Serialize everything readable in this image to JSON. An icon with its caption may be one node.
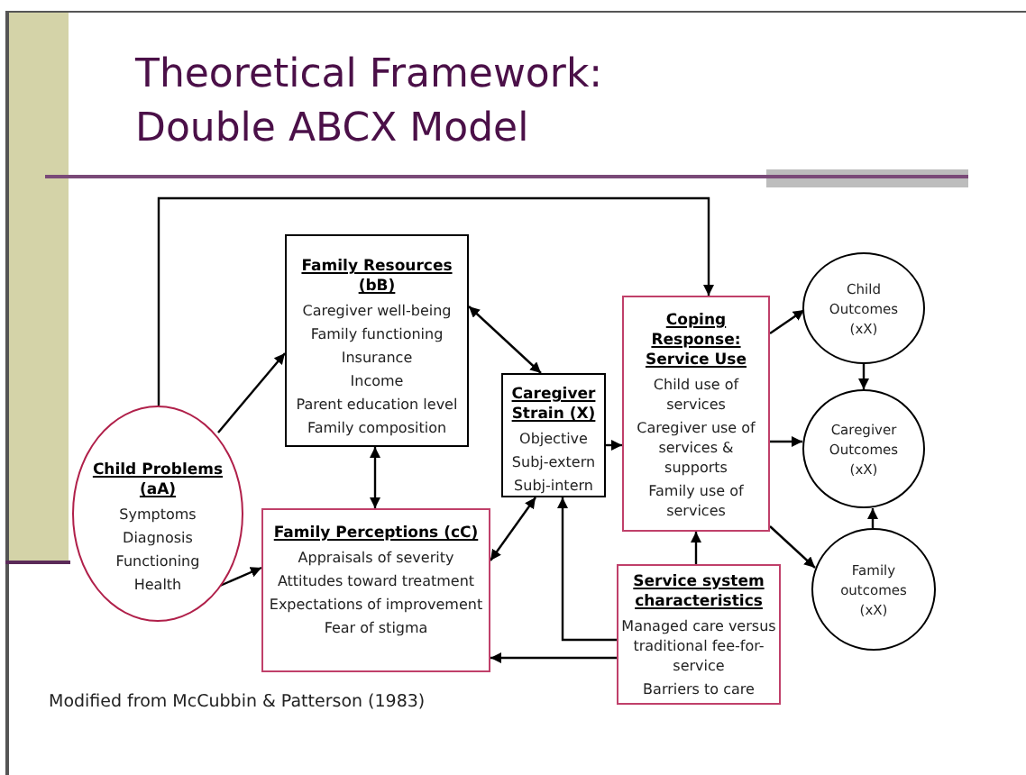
{
  "diagram": {
    "title": "Theoretical Framework: Double ABCX Model",
    "nodes": [
      {
        "text": [
          "Family Resources (bB)",
          "Caregiver well-being",
          "Family functioning",
          "Insurance",
          "Income",
          "Parent education level",
          "Family composition"
        ]
      },
      {
        "text": [
          "Child Problems (aA)",
          "Symptoms",
          "Diagnosis",
          "Functioning",
          "Health"
        ]
      },
      {
        "text": [
          "Caregiver Strain (X)",
          "Objective",
          "Subj-extern",
          "Subj-intern"
        ]
      },
      {
        "text": [
          "Family Perceptions (cC)",
          "Appraisals of severity",
          "Attitudes toward treatment",
          "Expectations of improvement",
          "Fear of stigma"
        ]
      },
      {
        "text": [
          "Coping Response: Service Use",
          "Child use of services",
          "Caregiver use of services & supports",
          "Family use of services"
        ]
      },
      {
        "text": [
          "Child Outcomes (xX)"
        ]
      },
      {
        "text": [
          "Caregiver Outcomes (xX)"
        ]
      },
      {
        "text": [
          "Family outcomes (xX)"
        ]
      },
      {
        "text": [
          "Service system characteristics",
          "Managed care versus traditional fee-for-service",
          "Barriers to care"
        ]
      }
    ],
    "edges": [
      {
        "from": 1,
        "to": 0,
        "arrow": "to"
      },
      {
        "from": 1,
        "to": 4,
        "arrow": "to"
      },
      {
        "from": 1,
        "to": 3,
        "arrow": "to"
      },
      {
        "from": 0,
        "to": 2,
        "arrow": "both"
      },
      {
        "from": 0,
        "to": 3,
        "arrow": "both"
      },
      {
        "from": 3,
        "to": 2,
        "arrow": "both"
      },
      {
        "from": 2,
        "to": 4,
        "arrow": "to"
      },
      {
        "from": 4,
        "to": 5,
        "arrow": "to"
      },
      {
        "from": 4,
        "to": 6,
        "arrow": "to"
      },
      {
        "from": 4,
        "to": 7,
        "arrow": "to"
      },
      {
        "from": 5,
        "to": 6,
        "arrow": "to"
      },
      {
        "from": 7,
        "to": 6,
        "arrow": "to"
      },
      {
        "from": 8,
        "to": 4,
        "arrow": "to"
      },
      {
        "from": 8,
        "to": 2,
        "arrow": "to"
      },
      {
        "from": 8,
        "to": 3,
        "arrow": "to"
      }
    ],
    "labels": [
      "Modified from McCubbin & Patterson (1983)"
    ]
  }
}
